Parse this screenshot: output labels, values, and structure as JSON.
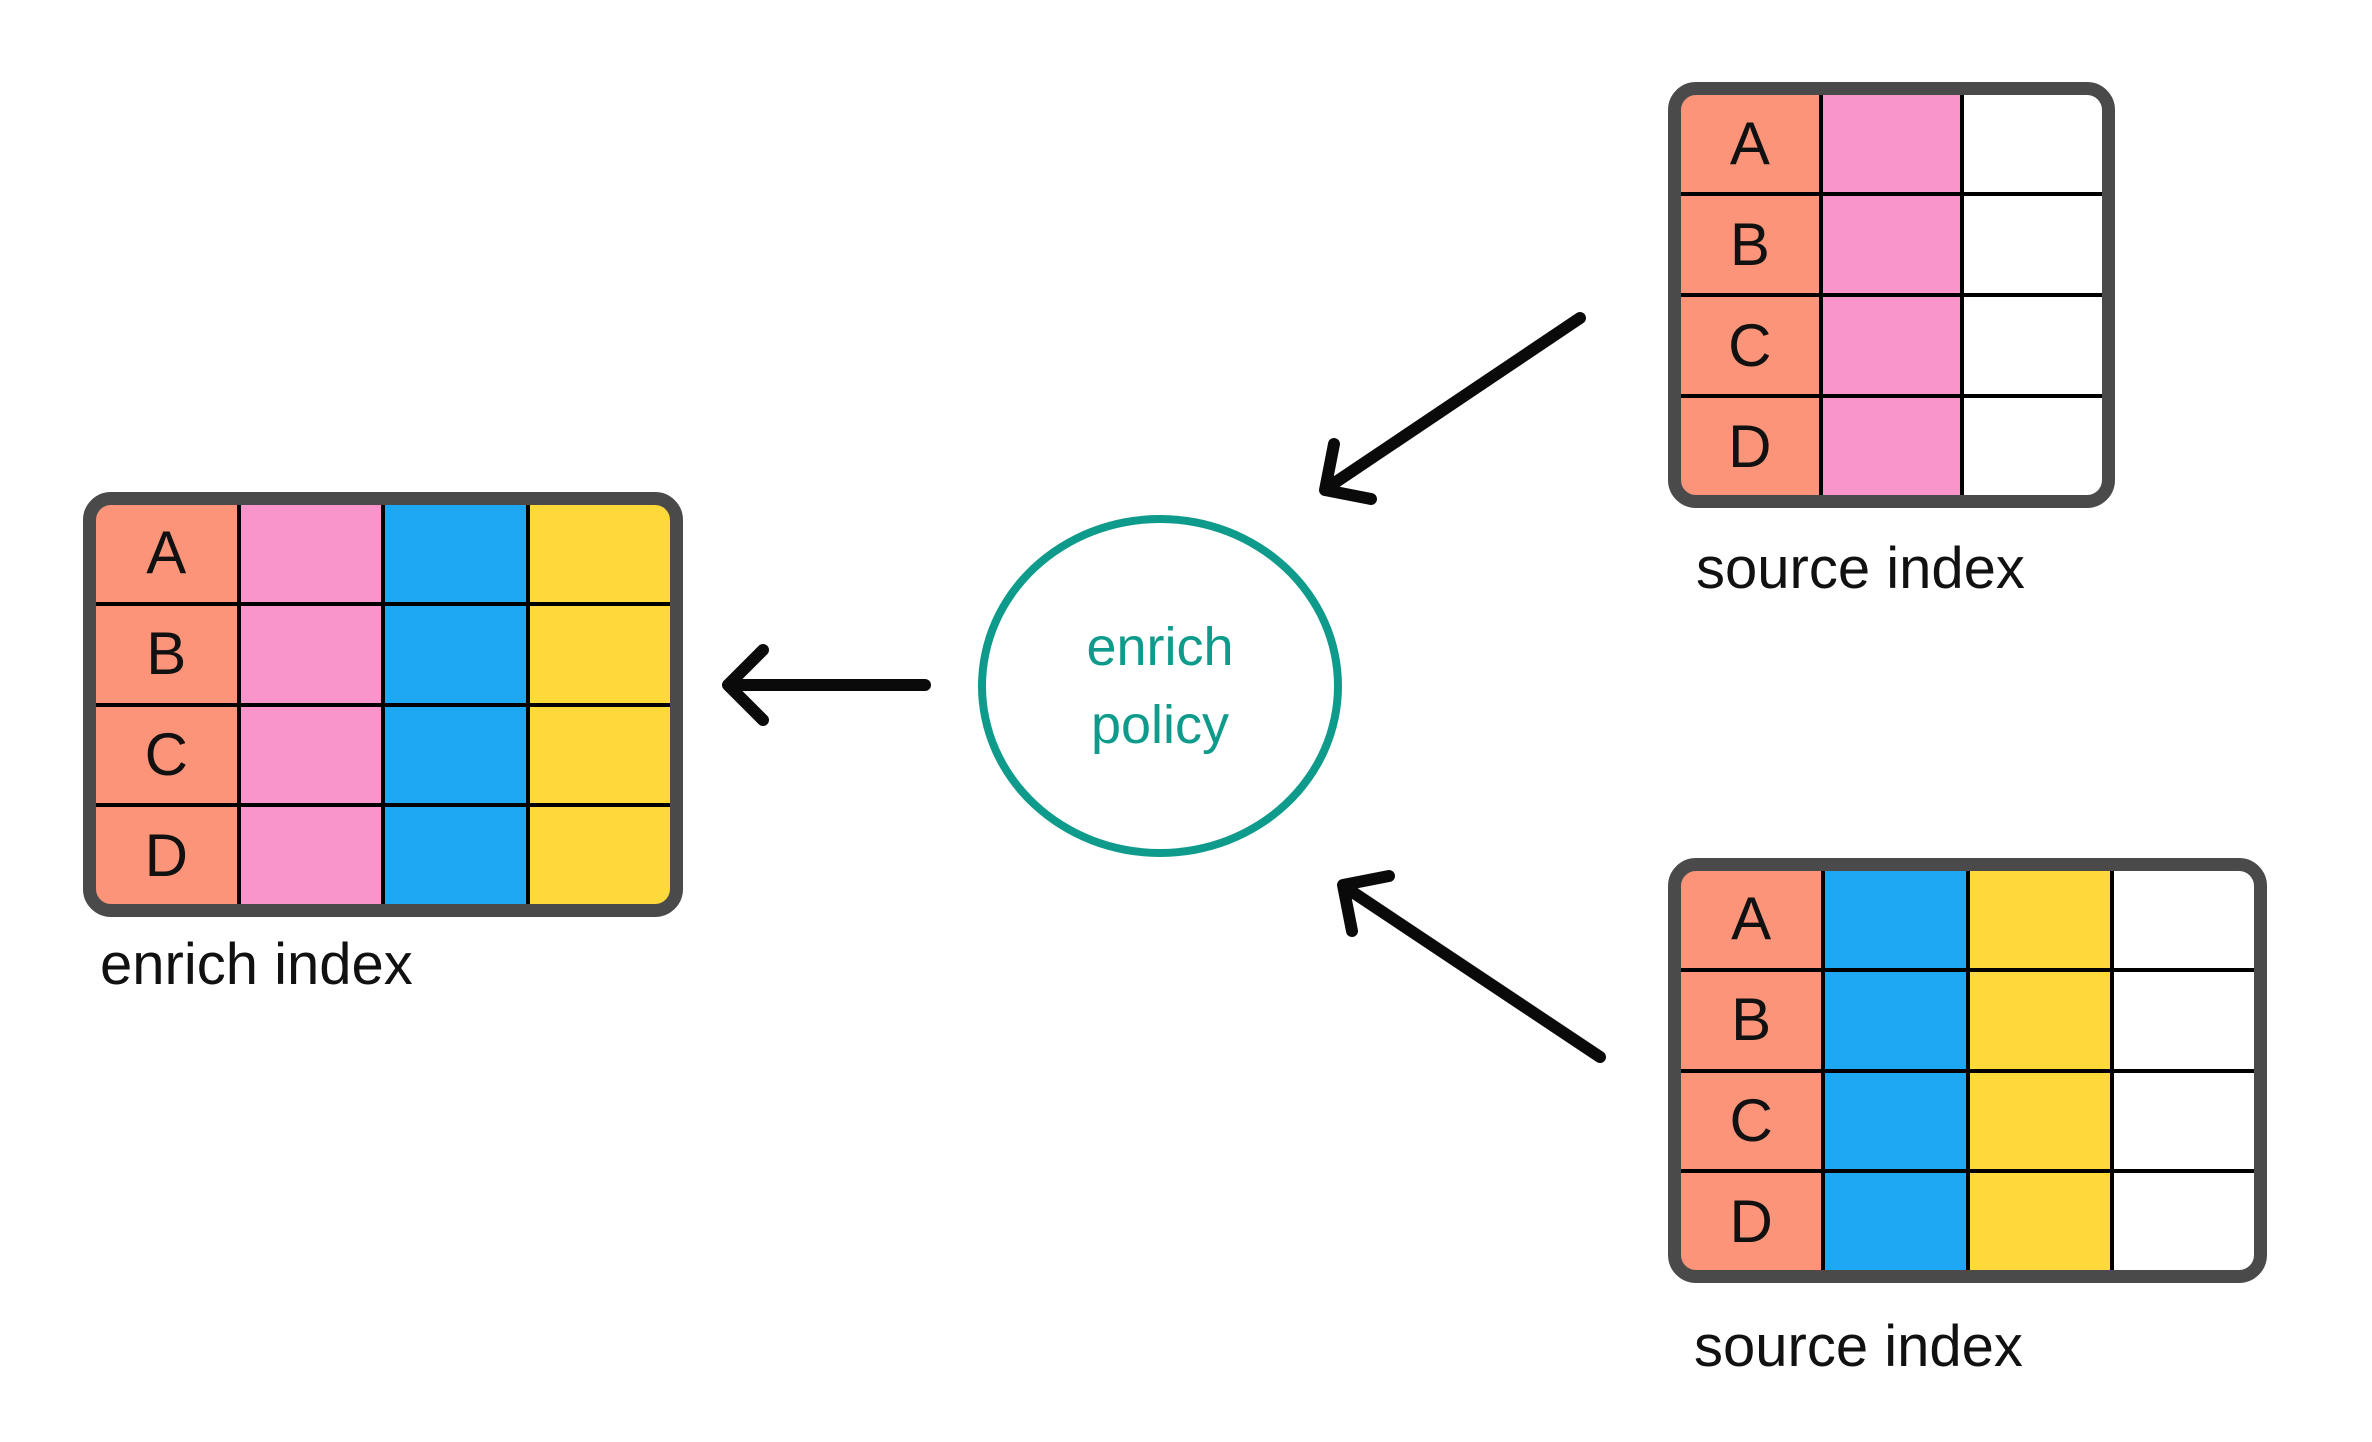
{
  "palette": {
    "salmon": "#FB9479",
    "pink": "#F995CA",
    "blue": "#1EA7F2",
    "yellow": "#FFD83A",
    "white": "#FFFFFF",
    "teal": "#0E9B8B",
    "border": "#4A4A4A",
    "grid": "#000000",
    "arrow": "#0A0A0A",
    "text": "#111111"
  },
  "enrich_index": {
    "label": "enrich index",
    "row_labels": [
      "A",
      "B",
      "C",
      "D"
    ],
    "column_colors": [
      "salmon",
      "pink",
      "blue",
      "yellow"
    ]
  },
  "source_index_top": {
    "label": "source index",
    "row_labels": [
      "A",
      "B",
      "C",
      "D"
    ],
    "column_colors": [
      "salmon",
      "pink",
      "white"
    ]
  },
  "source_index_bottom": {
    "label": "source index",
    "row_labels": [
      "A",
      "B",
      "C",
      "D"
    ],
    "column_colors": [
      "salmon",
      "blue",
      "yellow",
      "white"
    ]
  },
  "enrich_policy": {
    "label_line1": "enrich",
    "label_line2": "policy"
  }
}
